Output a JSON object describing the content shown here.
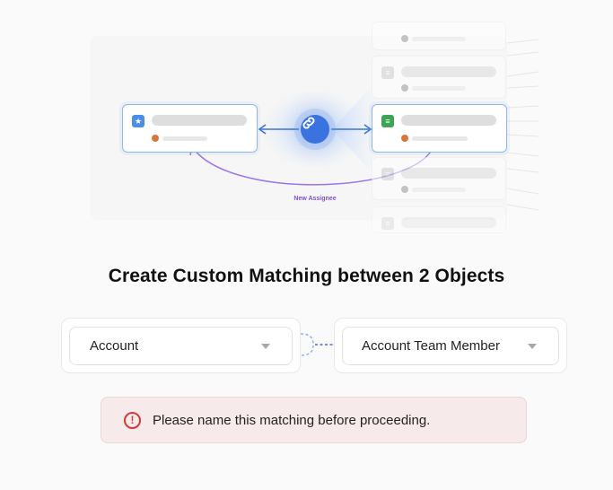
{
  "illustration": {
    "link_label": "New Assignee",
    "colors": {
      "accent_blue": "#3a72e0",
      "accent_purple": "#7c4fe0",
      "card_border": "#8fb6f2"
    }
  },
  "title": "Create Custom Matching between 2 Objects",
  "selectors": {
    "left": {
      "value": "Account"
    },
    "right": {
      "value": "Account Team Member"
    }
  },
  "alert": {
    "message": "Please name this matching before proceeding.",
    "icon": "error-circle-icon",
    "color": "#d03b3b"
  }
}
